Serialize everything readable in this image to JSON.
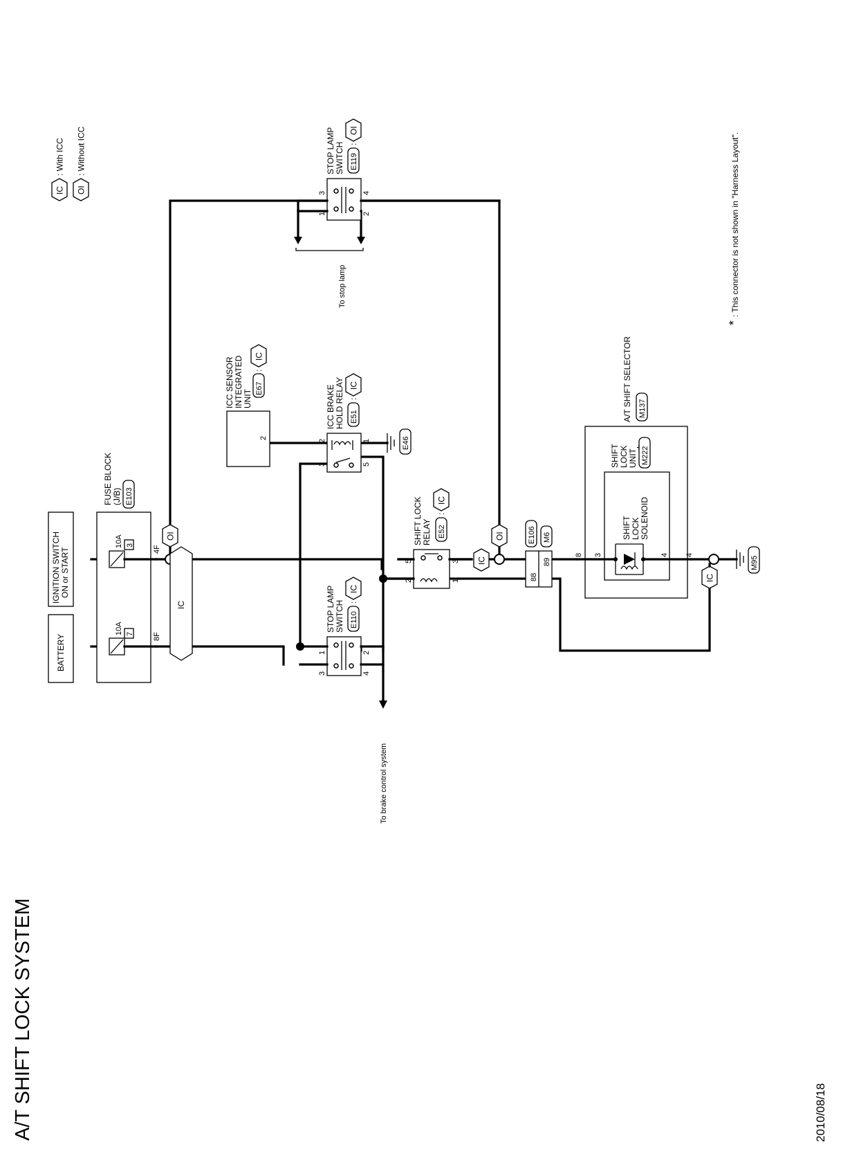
{
  "page": {
    "title": "A/T SHIFT LOCK SYSTEM",
    "date": "2010/08/18"
  },
  "legend": {
    "ic_tag": "IC",
    "ic_text": ": With ICC",
    "oi_tag": "OI",
    "oi_text": ": Without ICC"
  },
  "footnote": ": This connector is not shown in \"Harness Layout\".",
  "components": {
    "battery": "BATTERY",
    "ignition_line1": "IGNITION SWITCH",
    "ignition_line2": "ON or START",
    "fuse_block_line1": "FUSE BLOCK",
    "fuse_block_line2": "(J/B)",
    "fuse_block_conn": "E103",
    "fuse_a_rating": "10A",
    "fuse_a_num": "7",
    "fuse_b_rating": "10A",
    "fuse_b_num": "3",
    "pin_8f": "8F",
    "pin_4f": "4F",
    "icc_sensor_line1": "ICC SENSOR",
    "icc_sensor_line2": "INTEGRATED",
    "icc_sensor_line3": "UNIT",
    "icc_sensor_conn": "E67",
    "icc_brake_line1": "ICC BRAKE",
    "icc_brake_line2": "HOLD RELAY",
    "icc_brake_conn": "E51",
    "ground_e46": "E46",
    "stop_lamp_line1": "STOP LAMP",
    "stop_lamp_line2": "SWITCH",
    "stop_lamp_e119": "E119",
    "stop_lamp_e110": "E110",
    "to_stop_lamp": "To stop lamp",
    "to_brake_control": "To brake control system",
    "shift_lock_relay_line1": "SHIFT LOCK",
    "shift_lock_relay_line2": "RELAY",
    "shift_lock_relay_conn": "E52",
    "conn_e106": "E106",
    "conn_m6": "M6",
    "pin_88": "88",
    "pin_89": "89",
    "selector_title": "A/T SHIFT SELECTOR",
    "selector_conn": "M137",
    "shift_lock_unit_line1": "SHIFT",
    "shift_lock_unit_line2": "LOCK",
    "shift_lock_unit_line3": "UNIT",
    "shift_lock_unit_conn": "M222",
    "solenoid_line1": "SHIFT",
    "solenoid_line2": "LOCK",
    "solenoid_line3": "SOLENOID",
    "ground_m95": "M95",
    "colon": ":",
    "star": "*",
    "tag_ic": "IC",
    "tag_oi": "OI"
  },
  "pins": {
    "p1": "1",
    "p2": "2",
    "p3": "3",
    "p4": "4",
    "p5": "5",
    "p8": "8"
  }
}
